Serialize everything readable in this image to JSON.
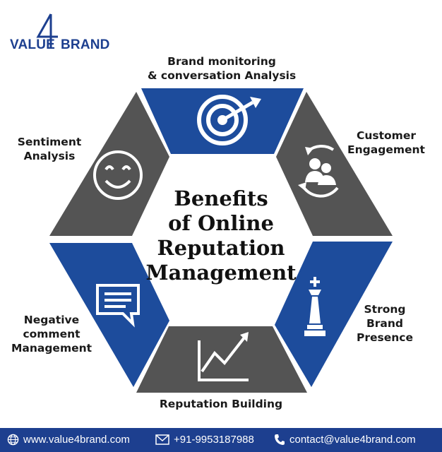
{
  "logo": {
    "left": "VALUE",
    "right": "BRAND",
    "mark": "4"
  },
  "center_title": [
    "Benefits",
    "of Online",
    "Reputation",
    "Management"
  ],
  "segments": {
    "top": [
      "Brand monitoring",
      "& conversation Analysis"
    ],
    "top_right": [
      "Customer",
      "Engagement"
    ],
    "bottom_right": [
      "Strong",
      "Brand",
      "Presence"
    ],
    "bottom": [
      "Reputation Building"
    ],
    "bottom_left": [
      "Negative",
      "comment",
      "Management"
    ],
    "top_left": [
      "Sentiment",
      "Analysis"
    ]
  },
  "icons": {
    "top": "target-arrow-icon",
    "top_right": "customer-engagement-icon",
    "bottom_right": "chess-king-icon",
    "bottom": "growth-chart-icon",
    "bottom_left": "comment-icon",
    "top_left": "smiley-icon"
  },
  "footer": {
    "website": "www.value4brand.com",
    "phone": "+91-9953187988",
    "email": "contact@value4brand.com"
  },
  "colors": {
    "blue": "#1d4c9c",
    "gray": "#545454",
    "footer": "#1d3f8f"
  }
}
